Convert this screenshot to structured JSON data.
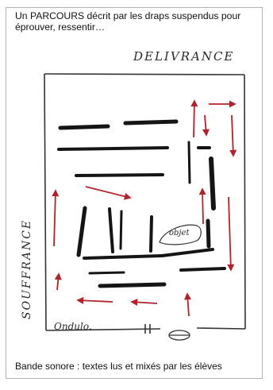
{
  "caption": {
    "top": "Un PARCOURS décrit par les draps suspendus pour éprouver, ressentir…",
    "bottom": "Bande sonore : textes lus et mixés par les élèves"
  },
  "sketch": {
    "label_top": "DELIVRANCE",
    "label_left": "SOUFFRANCE",
    "label_object": "objet",
    "label_bottom": "Ondulo.",
    "colors": {
      "ink": "#1b1b1b",
      "arrow": "#b0232a",
      "frame": "#333333"
    }
  }
}
